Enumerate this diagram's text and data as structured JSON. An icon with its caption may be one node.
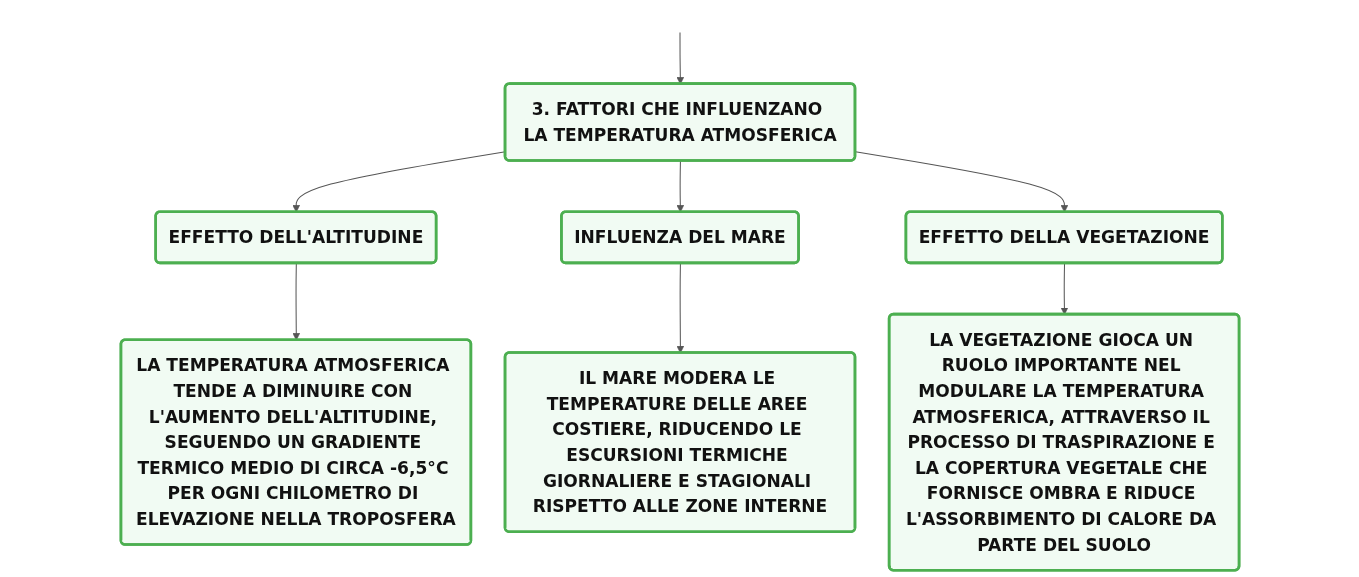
{
  "diagram": {
    "nodes": [
      {
        "text": [
          "3. FATTORI CHE INFLUENZANO LA TEMPERATURA ATMOSFERICA"
        ]
      },
      {
        "text": [
          "EFFETTO DELL'ALTITUDINE"
        ]
      },
      {
        "text": [
          "INFLUENZA DEL MARE"
        ]
      },
      {
        "text": [
          "EFFETTO DELLA VEGETAZIONE"
        ]
      },
      {
        "text": [
          "LA TEMPERATURA ATMOSFERICA TENDE A DIMINUIRE CON L'AUMENTO DELL'ALTITUDINE, SEGUENDO UN GRADIENTE TERMICO MEDIO DI CIRCA -6,5°C PER OGNI CHILOMETRO DI ELEVAZIONE NELLA TROPOSFERA"
        ]
      },
      {
        "text": [
          "IL MARE MODERA LE TEMPERATURE DELLE AREE COSTIERE, RIDUCENDO LE ESCURSIONI TERMICHE GIORNALIERE E STAGIONALI RISPETTO ALLE ZONE INTERNE"
        ]
      },
      {
        "text": [
          "LA VEGETAZIONE GIOCA UN RUOLO IMPORTANTE NEL MODULARE LA TEMPERATURA ATMOSFERICA, ATTRAVERSO IL PROCESSO DI TRASPIRAZIONE E LA COPERTURA VEGETALE CHE FORNISCE OMBRA E RIDUCE L'ASSORBIMENTO DI CALORE DA PARTE DEL SUOLO"
        ]
      }
    ],
    "edges": [
      {
        "from": null,
        "to": 0,
        "arrow": "to"
      },
      {
        "from": 0,
        "to": 1,
        "arrow": "to"
      },
      {
        "from": 0,
        "to": 2,
        "arrow": "to"
      },
      {
        "from": 0,
        "to": 3,
        "arrow": "to"
      },
      {
        "from": 1,
        "to": 4,
        "arrow": "to"
      },
      {
        "from": 2,
        "to": 5,
        "arrow": "to"
      },
      {
        "from": 3,
        "to": 6,
        "arrow": "to"
      }
    ]
  }
}
